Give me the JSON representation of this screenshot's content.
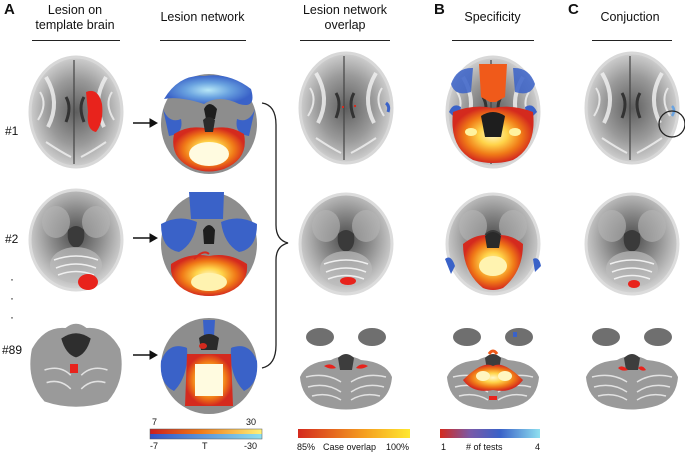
{
  "panels": {
    "a": "A",
    "b": "B",
    "c": "C"
  },
  "headers": {
    "lesion_on_template_l1": "Lesion on",
    "lesion_on_template_l2": "template brain",
    "lesion_network": "Lesion network",
    "overlap_l1": "Lesion network",
    "overlap_l2": "overlap",
    "specificity": "Specificity",
    "conjunction": "Conjuction"
  },
  "cases": {
    "c1": "#1",
    "c2": "#2",
    "c89": "#89",
    "ellipsis": "·"
  },
  "colorbars": {
    "t_scale": {
      "pos_min": "7",
      "pos_max": "30",
      "neg_min": "-7",
      "neg_max": "-30",
      "label": "T"
    },
    "overlap": {
      "min": "85%",
      "label": "Case overlap",
      "max": "100%"
    },
    "tests": {
      "min": "1",
      "label": "# of tests",
      "max": "4"
    }
  },
  "colors": {
    "hot_red": "#d42a1e",
    "hot_orange": "#f07a17",
    "hot_yellow": "#ffe56a",
    "cool_blue": "#3a62c8",
    "cool_cyan": "#8fd6ee",
    "brain_gray": "#8c8c8c"
  }
}
